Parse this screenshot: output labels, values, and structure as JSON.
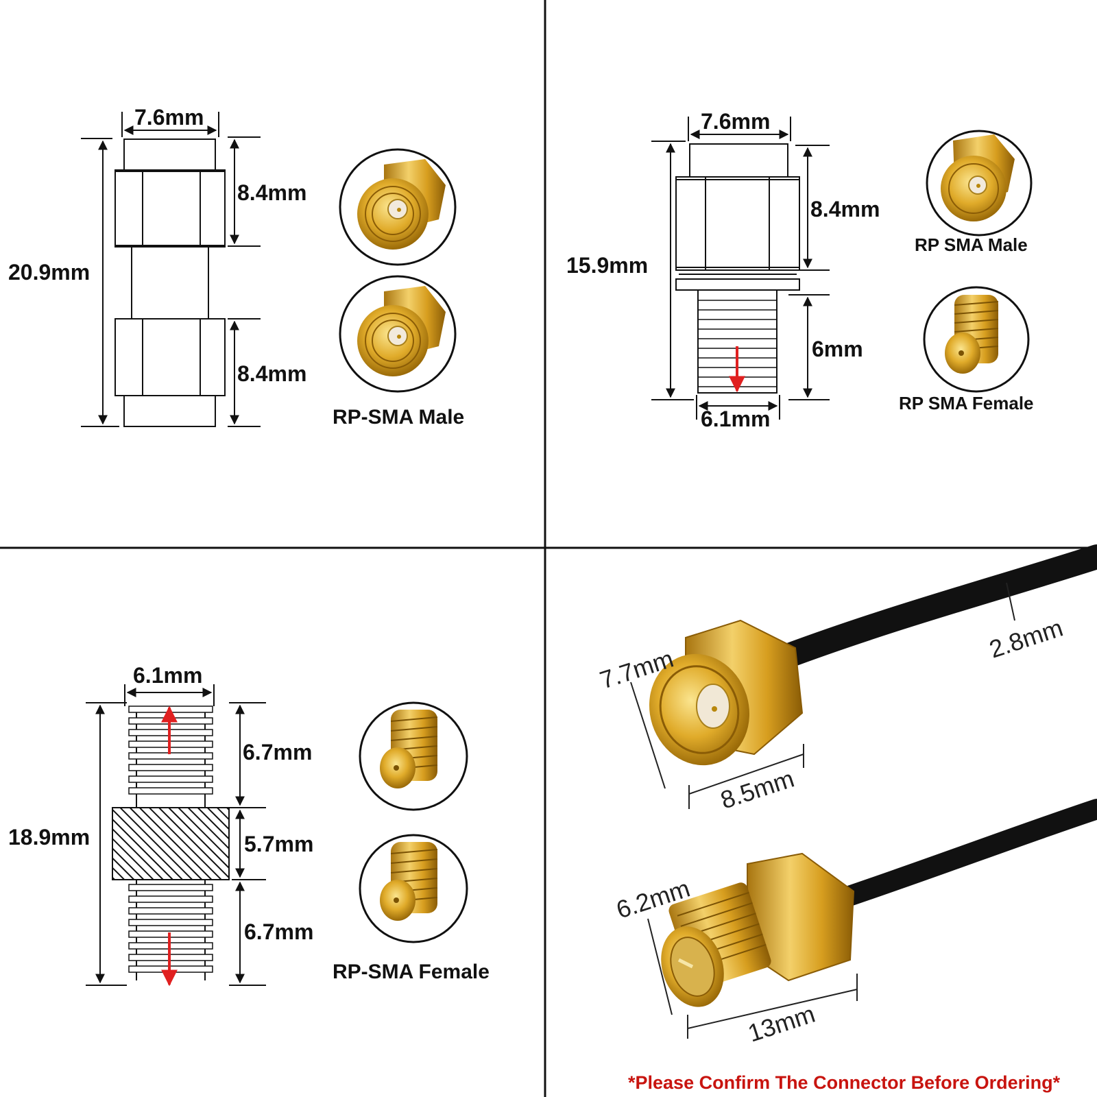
{
  "panel_tl": {
    "width_top": "7.6mm",
    "hex_top": "8.4mm",
    "hex_bottom": "8.4mm",
    "total_height": "20.9mm",
    "caption": "RP-SMA Male"
  },
  "panel_tr": {
    "width_top": "7.6mm",
    "hex_height": "8.4mm",
    "total_height": "15.9mm",
    "thread_height": "6mm",
    "thread_width": "6.1mm",
    "caption_male": "RP SMA Male",
    "caption_female": "RP SMA Female"
  },
  "panel_bl": {
    "width_top": "6.1mm",
    "thread_top": "6.7mm",
    "middle": "5.7mm",
    "thread_bottom": "6.7mm",
    "total_height": "18.9mm",
    "caption": "RP-SMA Female"
  },
  "panel_br": {
    "male_diameter": "7.7mm",
    "male_length": "8.5mm",
    "cable_diameter": "2.8mm",
    "female_diameter": "6.2mm",
    "female_length": "13mm",
    "notice": "*Please Confirm The Connector Before Ordering*"
  },
  "colors": {
    "gold": "#d9a521",
    "gold_dark": "#9a6a08",
    "gold_light": "#f5d36a",
    "notice_red": "#c8140f",
    "arrow_red": "#e02020",
    "cable": "#111111"
  }
}
